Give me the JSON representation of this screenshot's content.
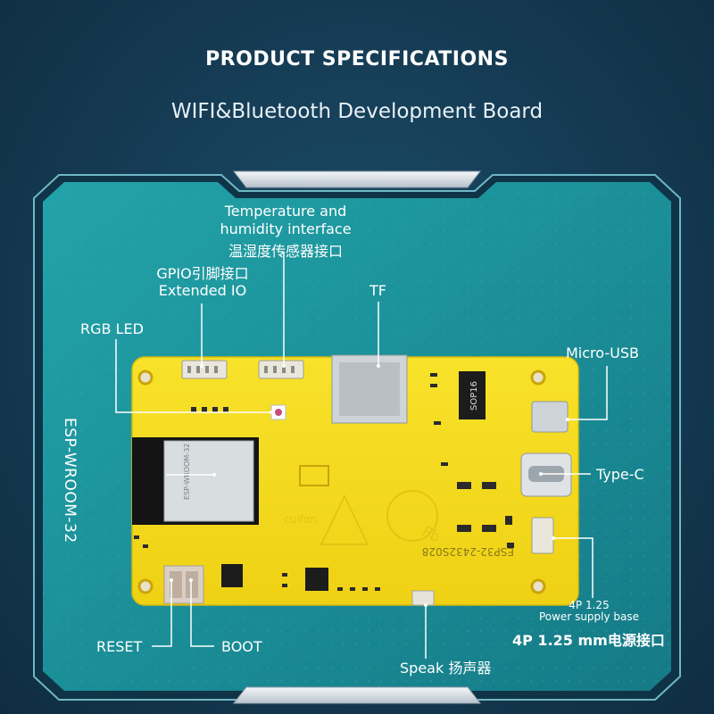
{
  "header": {
    "title": "PRODUCT SPECIFICATIONS",
    "subtitle": "WIFI&Bluetooth Development Board"
  },
  "labels": {
    "temp_humidity_en_1": "Temperature and",
    "temp_humidity_en_2": "humidity interface",
    "temp_humidity_cn": "温湿度传感器接口",
    "gpio_cn": "GPIO引脚接口",
    "gpio_en": "Extended IO",
    "tf": "TF",
    "rgb_led": "RGB LED",
    "micro_usb": "Micro-USB",
    "type_c": "Type-C",
    "esp_module": "ESP-WROOM-32",
    "power_small_1": "4P 1.25",
    "power_small_2": "Power supply base",
    "power_large": "4P 1.25 mm电源接口",
    "reset": "RESET",
    "boot": "BOOT",
    "speak": "Speak 扬声器"
  },
  "board_print": {
    "sop16": "SOP16",
    "model": "ESP32-2432S028",
    "module_text": "ESP-WROOM-32",
    "logo": "cuifon",
    "pb": "Pb"
  },
  "colors": {
    "background": "#163e57",
    "panel": "#1a8b95",
    "board": "#f5dc1e",
    "leader_line": "#ffffff"
  }
}
